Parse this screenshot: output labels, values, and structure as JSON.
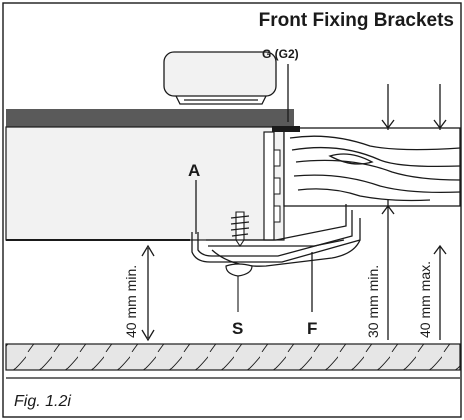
{
  "title": "Front Fixing Brackets",
  "labels": {
    "g": "G (G2)",
    "a": "A",
    "s": "S",
    "f": "F"
  },
  "dimensions": {
    "left": "40 mm min.",
    "mid": "30 mm min.",
    "right": "40 mm max."
  },
  "caption": "Fig. 1.2i",
  "colors": {
    "line": "#1a1a1a",
    "worktop_top": "#5a5a5a",
    "worktop_body": "#f2f2f2",
    "floor": "#e6e6e6"
  }
}
